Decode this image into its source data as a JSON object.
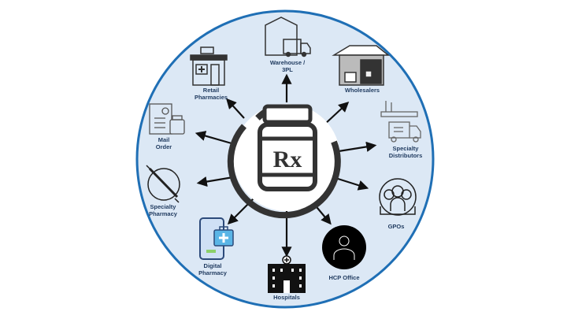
{
  "center": {
    "label": "Rx",
    "icon": "prescription-bottle-icon"
  },
  "nodes": [
    {
      "id": "warehouse",
      "label_lines": [
        "Warehouse /",
        "3PL"
      ],
      "icon": "warehouse-truck-icon"
    },
    {
      "id": "retail",
      "label_lines": [
        "Retail",
        "Pharmacies"
      ],
      "icon": "storefront-icon"
    },
    {
      "id": "wholesalers",
      "label_lines": [
        "Wholesalers"
      ],
      "icon": "warehouse-forklift-icon"
    },
    {
      "id": "mail",
      "label_lines": [
        "Mail",
        "Order"
      ],
      "icon": "prescription-form-icon"
    },
    {
      "id": "specdist",
      "label_lines": [
        "Specialty",
        "Distributors"
      ],
      "icon": "delivery-truck-icon"
    },
    {
      "id": "specpharm",
      "label_lines": [
        "Specialty",
        "Pharmacy"
      ],
      "icon": "syringe-icon"
    },
    {
      "id": "gpos",
      "label_lines": [
        "GPOs"
      ],
      "icon": "group-icon"
    },
    {
      "id": "digital",
      "label_lines": [
        "Digital",
        "Pharmacy"
      ],
      "icon": "phone-medkit-icon"
    },
    {
      "id": "hospitals",
      "label_lines": [
        "Hospitals"
      ],
      "icon": "hospital-icon"
    },
    {
      "id": "hcp",
      "label_lines": [
        "HCP Office"
      ],
      "icon": "doctor-icon"
    }
  ],
  "colors": {
    "circle_fill": "#dce8f5",
    "circle_border": "#1f6fb5",
    "icon_dark": "#333333",
    "label": "#1f3a5f"
  }
}
